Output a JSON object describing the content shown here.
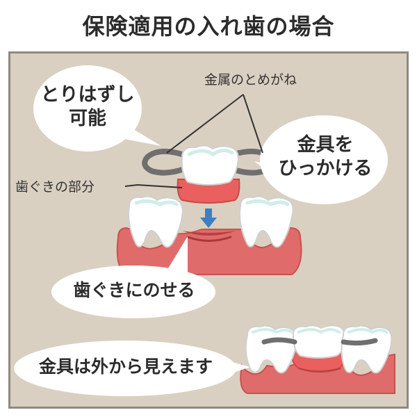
{
  "title": "保険適用の入れ歯の場合",
  "labels": {
    "metal_clasp": "金属のとめがね",
    "gum_part": "歯ぐきの部分"
  },
  "bubbles": {
    "removable": [
      "とりはずし",
      "可能"
    ],
    "hook": [
      "金具を",
      "ひっかける"
    ],
    "place_on_gum": "歯ぐきにのせる",
    "visible": "金具は外から見えます"
  },
  "colors": {
    "panel_bg": "#d9d0c1",
    "panel_border": "#8f8a7f",
    "gum": "#e06b6b",
    "gum_dark": "#c9504f",
    "denture_base": "#e9605e",
    "tooth": "#ffffff",
    "tooth_tint": "#d6f0ec",
    "clasp": "#6f6f6f",
    "arrow": "#3f7fc0"
  },
  "icons": {
    "arrow": "arrow-down-icon"
  }
}
